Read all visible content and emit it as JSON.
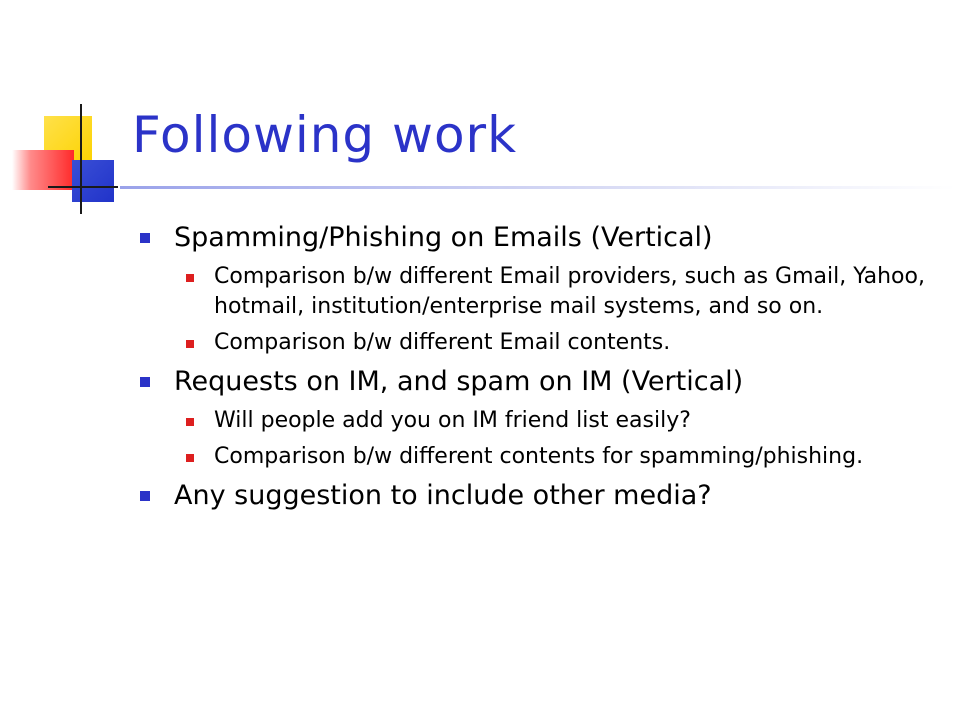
{
  "slide": {
    "title": "Following work",
    "items": [
      {
        "text": "Spamming/Phishing on Emails (Vertical)",
        "subitems": [
          "Comparison b/w different Email providers, such as Gmail, Yahoo, hotmail, institution/enterprise mail systems, and so on.",
          "Comparison b/w different Email contents."
        ]
      },
      {
        "text": "Requests on IM, and spam on IM (Vertical)",
        "subitems": [
          "Will people add you on IM friend list easily?",
          "Comparison b/w different contents for spamming/phishing."
        ]
      },
      {
        "text": "Any suggestion to include other media?",
        "subitems": []
      }
    ]
  },
  "colors": {
    "title": "#2b33c8",
    "bullet_level1": "#2b33c8",
    "bullet_level2": "#dd1f1f",
    "logo_yellow": "#fcd200",
    "logo_red": "#ff2a2a",
    "logo_blue": "#2133c9"
  }
}
